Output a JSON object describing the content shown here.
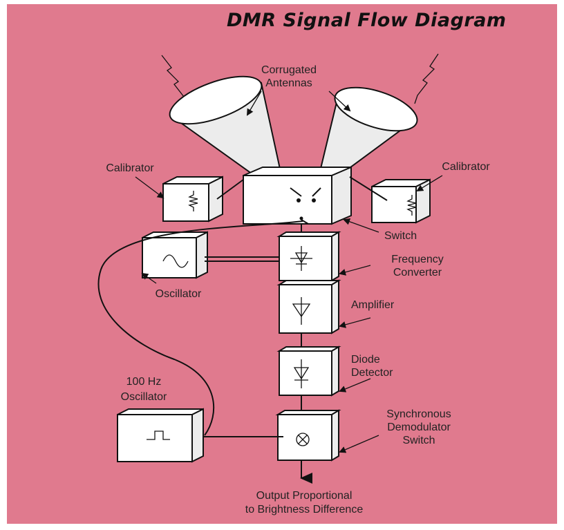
{
  "title": "DMR Signal Flow Diagram",
  "labels": {
    "antennas": [
      "Corrugated",
      "Antennas"
    ],
    "calibrator_left": "Calibrator",
    "calibrator_right": "Calibrator",
    "switch": "Switch",
    "frequency_converter": [
      "Frequency",
      "Converter"
    ],
    "oscillator": "Oscillator",
    "amplifier": "Amplifier",
    "diode_detector": [
      "Diode",
      "Detector"
    ],
    "hz_oscillator": [
      "100 Hz",
      "Oscillator"
    ],
    "sync_demod": [
      "Synchronous",
      "Demodulator",
      "Switch"
    ],
    "output": [
      "Output Proportional",
      "to Brightness Difference"
    ]
  },
  "colors": {
    "background": "#e07a8e",
    "ink": "#111111",
    "box_face": "#ffffff"
  }
}
